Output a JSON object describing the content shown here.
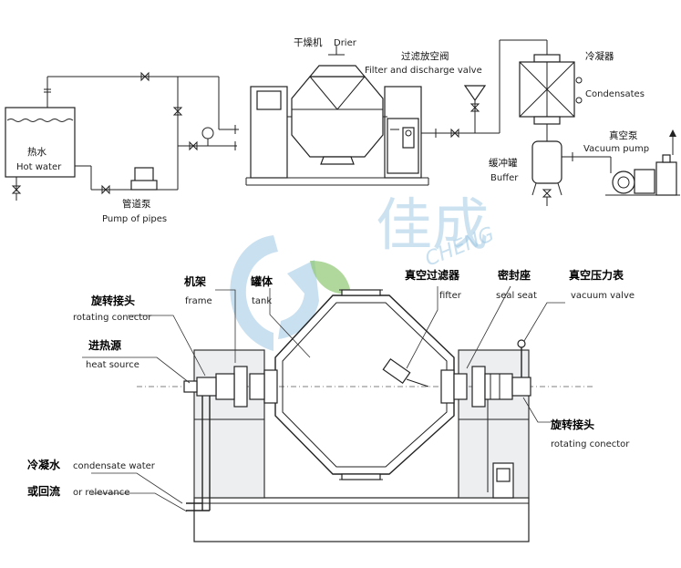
{
  "top_labels": {
    "drier_cn": "干燥机",
    "drier_en": "Drier",
    "filter_cn": "过滤放空阀",
    "filter_en": "Filter and discharge valve",
    "condenser_cn": "冷凝器",
    "condenser_en": "Condensates",
    "hot_water_cn": "热水",
    "hot_water_en": "Hot water",
    "buffer_cn": "缓冲罐",
    "buffer_en": "Buffer",
    "vacuum_pump_cn": "真空泵",
    "vacuum_pump_en": "Vacuum pump",
    "pipe_pump_cn": "管道泵",
    "pipe_pump_en": "Pump of pipes"
  },
  "watermark": {
    "cn": "佳成",
    "en": "CHENG",
    "brand_color": "#9cc7e3"
  },
  "bottom_labels": {
    "frame_cn": "机架",
    "frame_en": "frame",
    "rotating_left_cn": "旋转接头",
    "rotating_left_en": "rotating conector",
    "heat_cn": "进热源",
    "heat_en": "heat source",
    "tank_cn": "罐体",
    "tank_en": "tank",
    "vfilter_cn": "真空过滤器",
    "vfilter_en": "fifter",
    "seal_cn": "密封座",
    "seal_en": "seal seat",
    "gauge_cn": "真空压力表",
    "gauge_en": "vacuum valve",
    "rotating_right_cn": "旋转接头",
    "rotating_right_en": "rotating conector",
    "condensate_cn": "冷凝水",
    "condensate_en": "condensate water",
    "relevance_cn": "或回流",
    "relevance_en": "or relevance"
  }
}
